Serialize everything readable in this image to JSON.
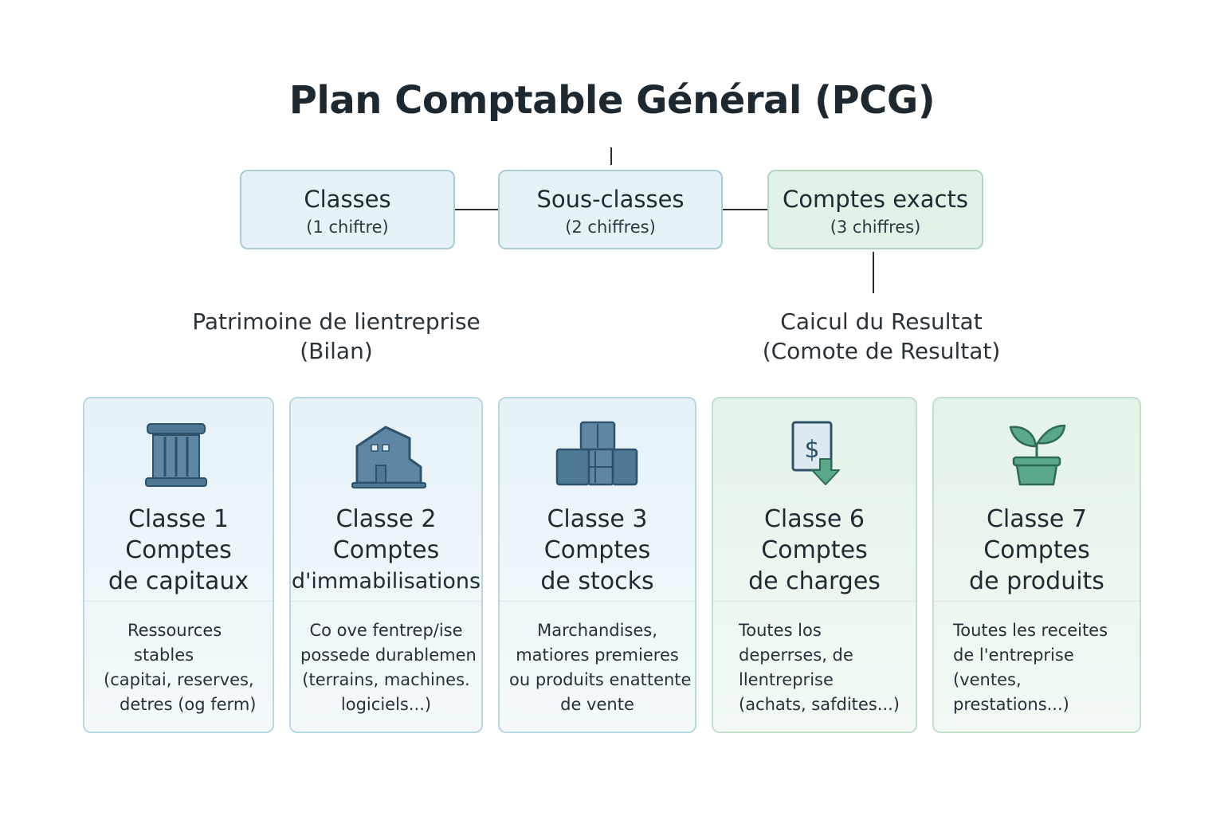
{
  "title": "Plan Comptable Général (PCG)",
  "hierarchy": [
    {
      "title": "Classes",
      "subtitle": "(1 chiftre)",
      "color": "#e6f2f8"
    },
    {
      "title": "Sous-classes",
      "subtitle": "(2 chiffres)",
      "color": "#e6f2f8"
    },
    {
      "title": "Comptes exacts",
      "subtitle": "(3 chiffres)",
      "color": "#e2f2e6"
    }
  ],
  "sections": {
    "left": {
      "line1": "Patrimoine de lientreprise",
      "line2": "(Bilan)"
    },
    "right": {
      "line1": "Caicul du Resultat",
      "line2": "(Comote de Resultat)"
    }
  },
  "cards": [
    {
      "icon": "pillar-icon",
      "class": "Classe 1",
      "name1": "Comptes",
      "name2": "de capitaux",
      "desc": [
        "Ressources",
        "stables",
        "(capitai, reserves,",
        "detres (og ferm)"
      ]
    },
    {
      "icon": "building-icon",
      "class": "Classe 2",
      "name1": "Comptes",
      "name2": "d'immabilisations",
      "desc": [
        "Co ove fentrep/ise",
        "possede durablemen",
        "(terrains, machines.",
        "logiciels...)"
      ]
    },
    {
      "icon": "boxes-icon",
      "class": "Classe 3",
      "name1": "Comptes",
      "name2": "de stocks",
      "desc": [
        "Marchandises,",
        "matiores premieres",
        "ou produits enattente",
        "de vente"
      ]
    },
    {
      "icon": "invoice-down-arrow-icon",
      "class": "Classe 6",
      "name1": "Comptes",
      "name2": "de charges",
      "desc": [
        "Toutes los",
        "deperrses, de",
        "llentreprise",
        "(achats, safdites...)"
      ]
    },
    {
      "icon": "plant-pot-icon",
      "class": "Classe 7",
      "name1": "Comptes",
      "name2": "de produits",
      "desc": [
        "Toutes les receites",
        "de l'entreprise",
        "(ventes,",
        "prestations...)"
      ]
    }
  ],
  "colors": {
    "blue_fill": "#e6f2f8",
    "green_fill": "#e2f2e6",
    "icon_blue": "#4d7896",
    "icon_green": "#5aa888"
  }
}
